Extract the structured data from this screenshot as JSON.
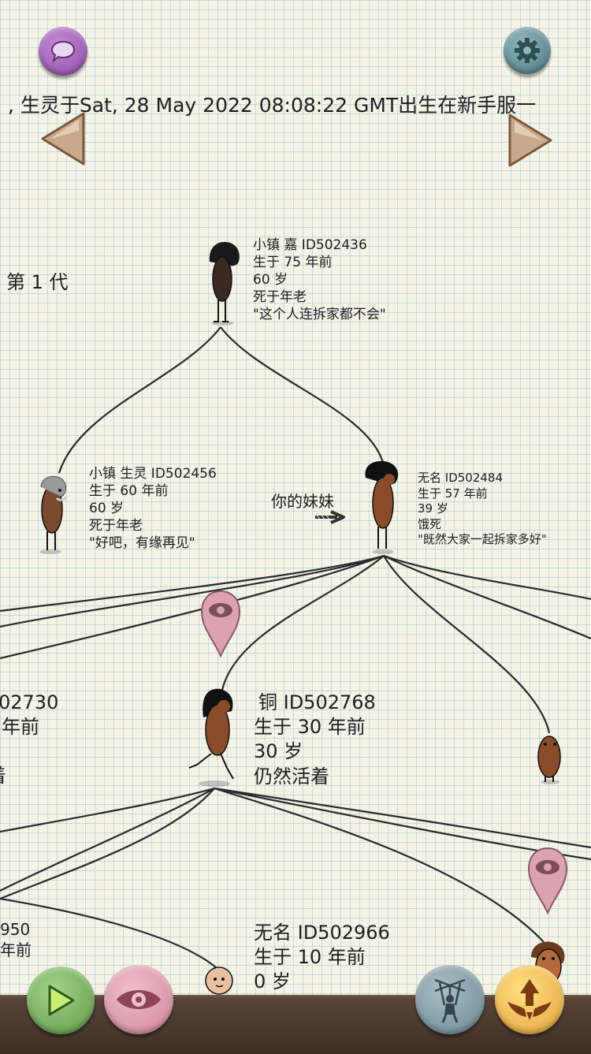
{
  "header": {
    "title": ", 生灵于Sat, 28 May 2022 08:08:22 GMT出生在新手服一",
    "generation": "第 1 代"
  },
  "people": {
    "ancestor": {
      "name": "小镇 嘉 ID502436",
      "born": "生于 75 年前",
      "age": "60 岁",
      "status": "死于年老",
      "quote": "\"这个人连拆家都不会\""
    },
    "left_child": {
      "name": "小镇 生灵 ID502456",
      "born": "生于 60 年前",
      "age": "60 岁",
      "status": "死于年老",
      "quote": "\"好吧，有缘再见\""
    },
    "sister": {
      "relation": "你的妹妹",
      "name": "无名 ID502484",
      "born": "生于 57 年前",
      "age": "39 岁",
      "status": "饿死",
      "quote": "\"既然大家一起拆家多好\""
    },
    "middle": {
      "name": "铜 ID502768",
      "born": "生于 30 年前",
      "age": "30 岁",
      "status": "仍然活着"
    },
    "left_cut": {
      "name": "02730",
      "born": "年前",
      "status": "着"
    },
    "bottom_left_cut": {
      "name": "950",
      "born": "年前"
    },
    "baby": {
      "name": "无名 ID502966",
      "born": "生于 10 年前",
      "age": "0 岁"
    }
  },
  "icons": {
    "chat": "chat-bubble-icon",
    "settings": "gear-icon",
    "prev": "left-arrow-icon",
    "next": "right-arrow-icon",
    "play": "play-icon",
    "watch": "eye-icon",
    "puppet": "puppet-icon",
    "ascend": "winged-arrow-up-icon",
    "view_pin": "eye-pin-icon"
  },
  "colors": {
    "paper": "#f4f3e6",
    "grid": "#78afb9",
    "ground": "#4a382c",
    "chat_button": "#9a5bb0",
    "settings_button": "#4f7d86",
    "play_button": "#6aa84f",
    "watch_button": "#d693a4",
    "puppet_button": "#6f8a92",
    "ascend_button": "#e9b24c",
    "pin": "#d9a0aa"
  }
}
